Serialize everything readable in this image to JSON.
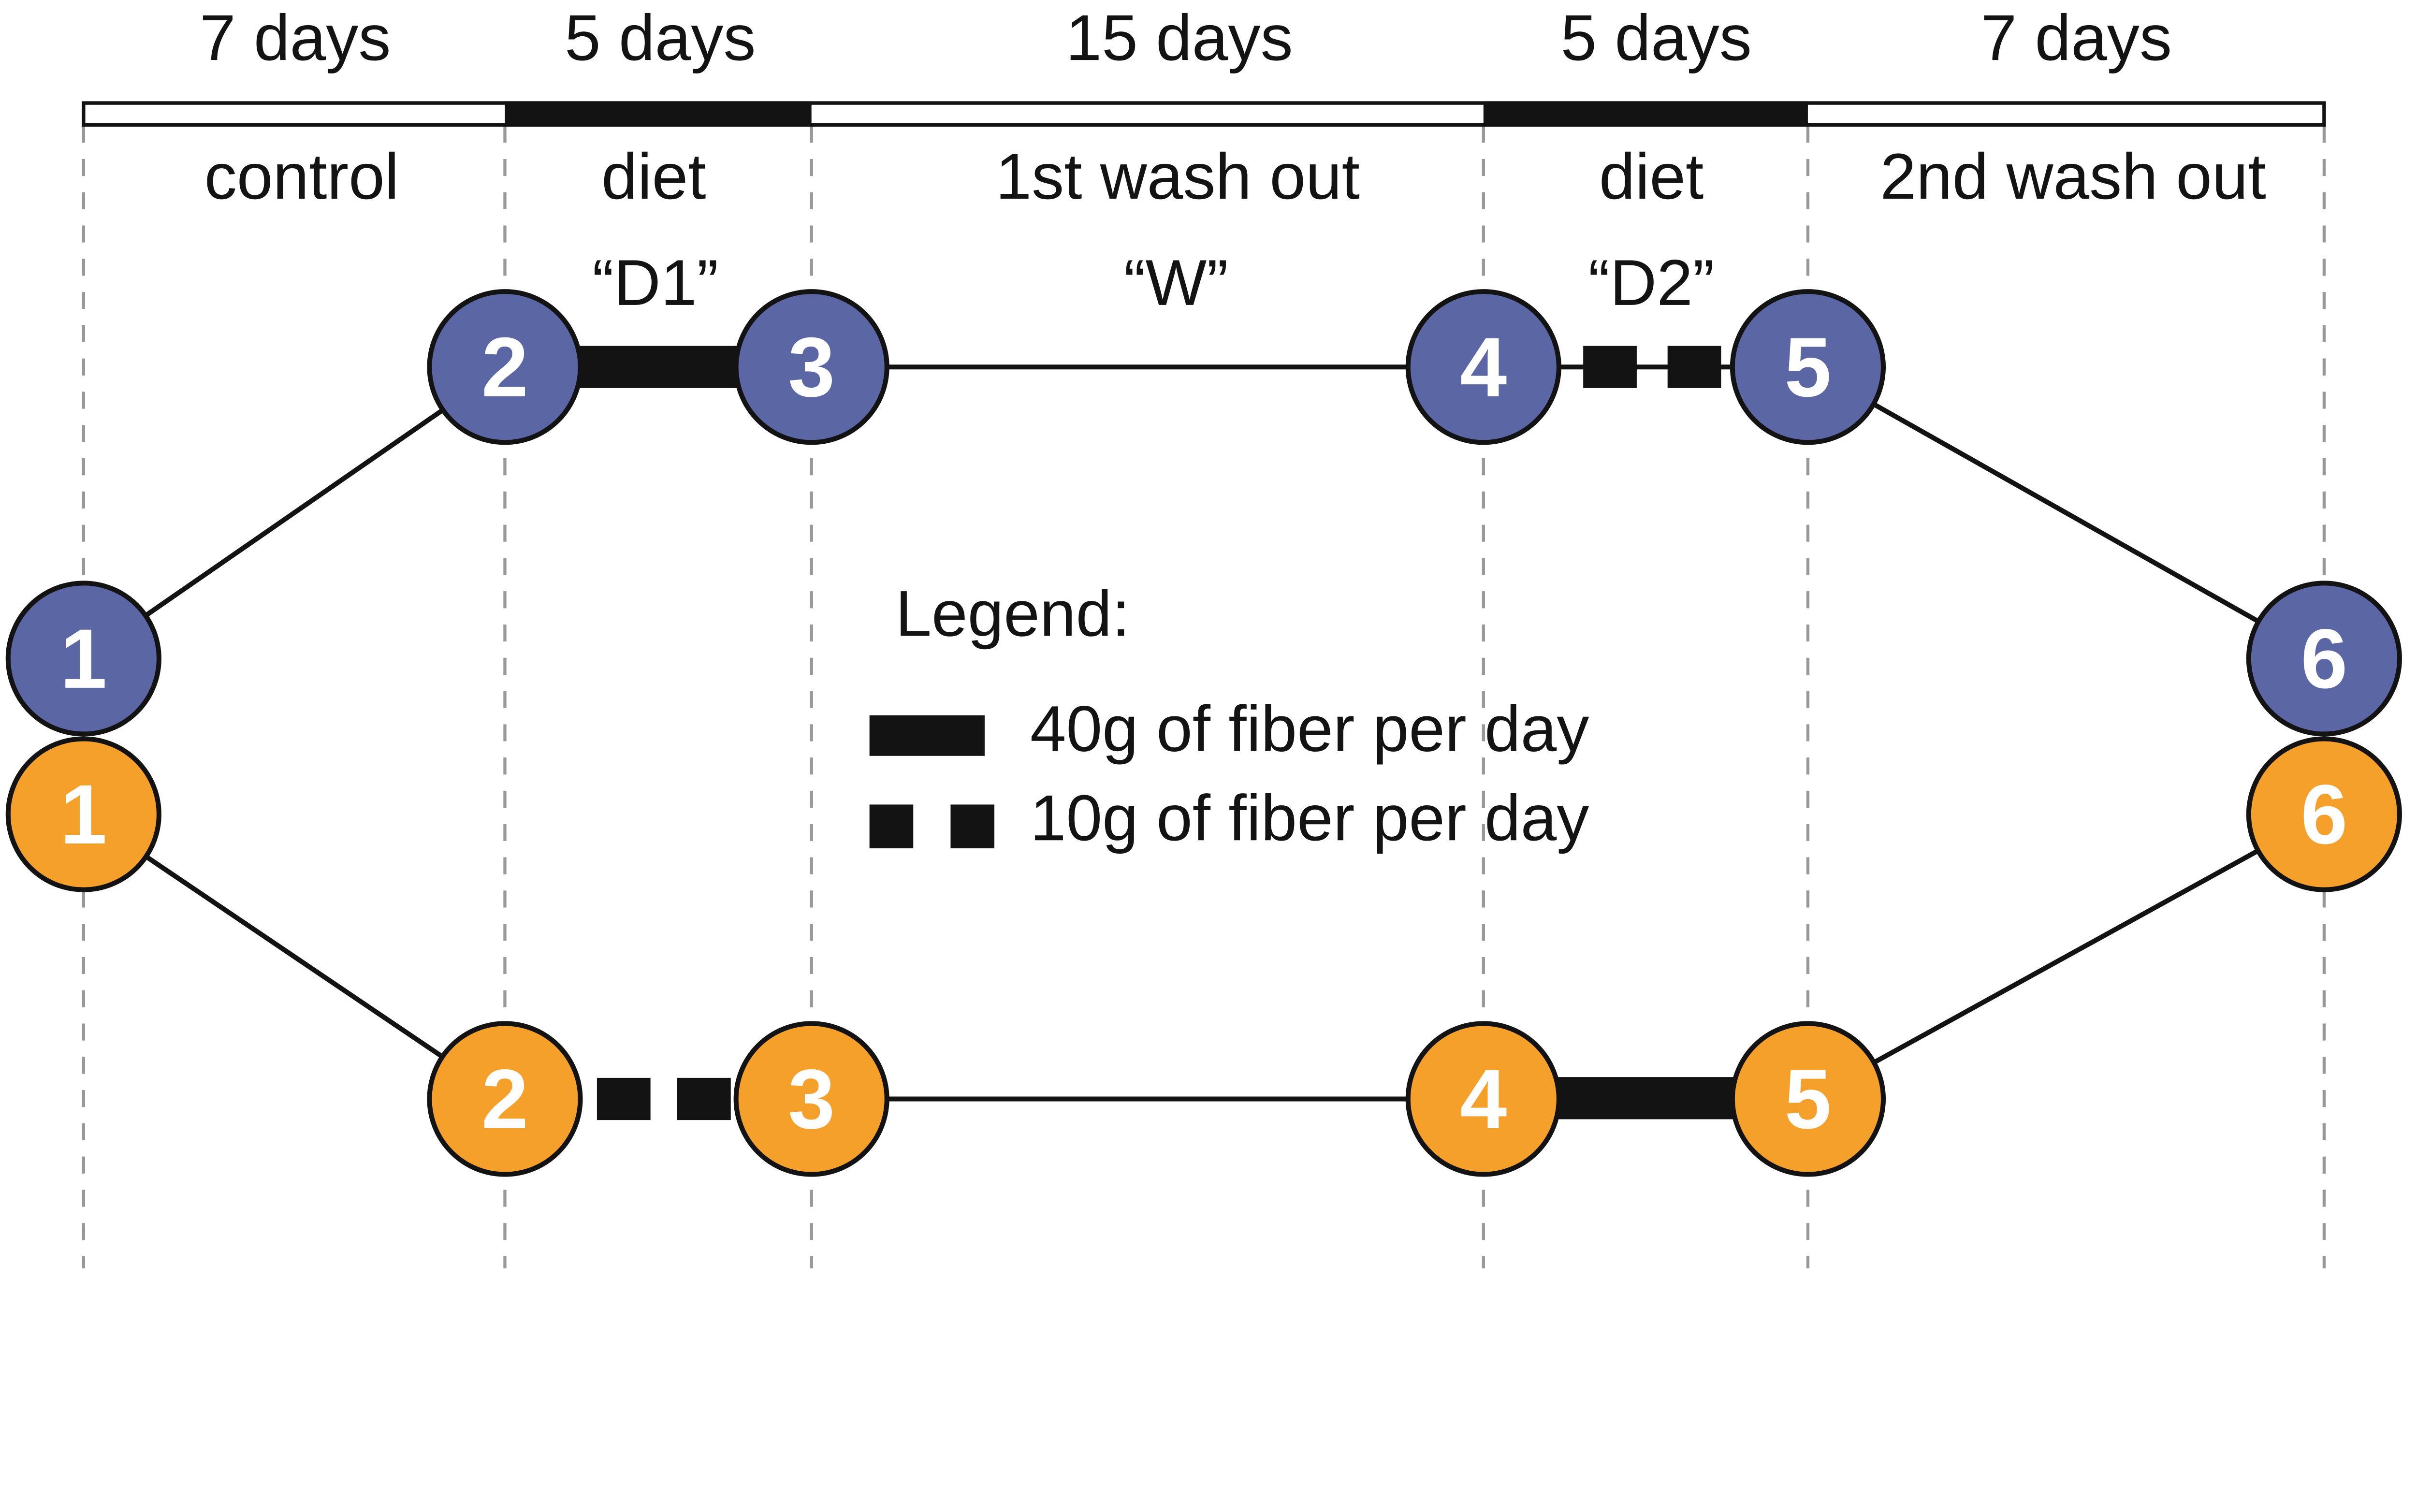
{
  "figure": {
    "kind": "crossover study design timeline"
  },
  "timeline": {
    "segments": [
      {
        "duration": "7 days",
        "phase": "control",
        "code": ""
      },
      {
        "duration": "5 days",
        "phase": "diet",
        "code": "“D1”"
      },
      {
        "duration": "15 days",
        "phase": "1st wash out",
        "code": "“W”"
      },
      {
        "duration": "5 days",
        "phase": "diet",
        "code": "“D2”"
      },
      {
        "duration": "7 days",
        "phase": "2nd wash out",
        "code": ""
      }
    ]
  },
  "nodes": {
    "blue": [
      "1",
      "2",
      "3",
      "4",
      "5",
      "6"
    ],
    "orange": [
      "1",
      "2",
      "3",
      "4",
      "5",
      "6"
    ]
  },
  "connectors": {
    "blue": [
      {
        "between": [
          "2",
          "3"
        ],
        "style": "solid-bar-40g"
      },
      {
        "between": [
          "4",
          "5"
        ],
        "style": "two-squares-10g"
      }
    ],
    "orange": [
      {
        "between": [
          "2",
          "3"
        ],
        "style": "two-squares-10g"
      },
      {
        "between": [
          "4",
          "5"
        ],
        "style": "solid-bar-40g"
      }
    ]
  },
  "legend": {
    "title": "Legend:",
    "items": [
      {
        "swatch": "solid-bar",
        "label": "40g of fiber per day"
      },
      {
        "swatch": "two-squares",
        "label": "10g of fiber per day"
      }
    ]
  },
  "colors": {
    "blue": "#5B67A5",
    "orange": "#F5A02B",
    "ink": "#131313",
    "guide": "#999999"
  }
}
